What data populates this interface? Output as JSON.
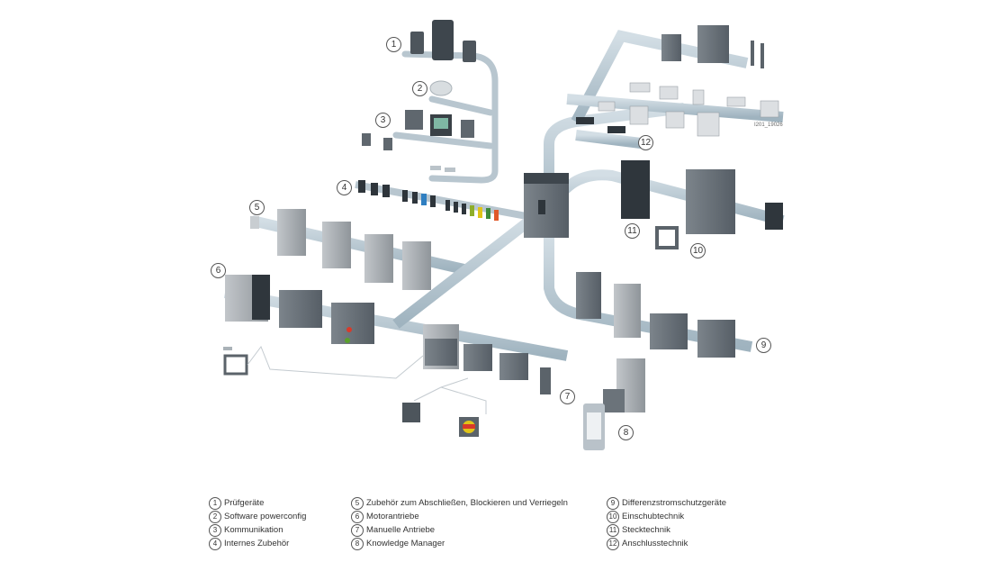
{
  "image_id": "I201_19026",
  "callouts": [
    "1",
    "2",
    "3",
    "4",
    "5",
    "6",
    "7",
    "8",
    "9",
    "10",
    "11",
    "12"
  ],
  "legend": [
    {
      "num": "1",
      "label": "Prüfgeräte"
    },
    {
      "num": "2",
      "label": "Software powerconfig"
    },
    {
      "num": "3",
      "label": "Kommunikation"
    },
    {
      "num": "4",
      "label": "Internes Zubehör"
    },
    {
      "num": "5",
      "label": "Zubehör zum Abschließen, Blockieren und Verriegeln"
    },
    {
      "num": "6",
      "label": "Motorantriebe"
    },
    {
      "num": "7",
      "label": "Manuelle Antriebe"
    },
    {
      "num": "8",
      "label": "Knowledge Manager"
    },
    {
      "num": "9",
      "label": "Differenzstromschutzgeräte"
    },
    {
      "num": "10",
      "label": "Einschubtechnik"
    },
    {
      "num": "11",
      "label": "Stecktechnik"
    },
    {
      "num": "12",
      "label": "Anschlusstechnik"
    }
  ],
  "colors": {
    "rail": "#b9c9d3",
    "rail_shadow": "#94a9b6",
    "device_dark": "#4a525b",
    "device_mid": "#6d757d",
    "device_light": "#a9aeb3",
    "accent_red": "#d83a2a",
    "accent_yellow": "#f0c419",
    "accent_blue": "#2f7fc1",
    "accent_green": "#5aa02c"
  }
}
